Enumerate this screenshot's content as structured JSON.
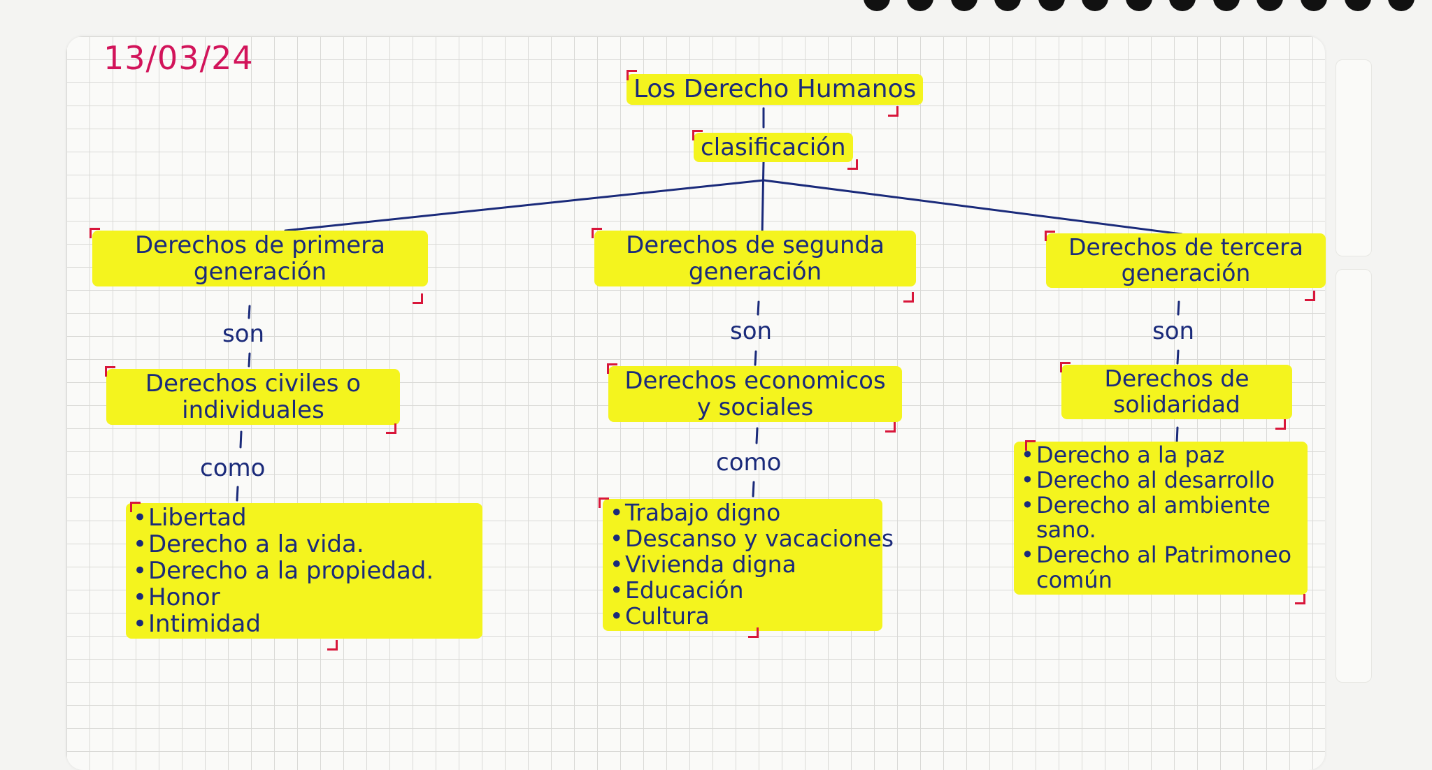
{
  "date": "13/03/24",
  "root": "Los Derecho Humanos",
  "classification": "clasificación",
  "columns": [
    {
      "title": "Derechos de primera generación",
      "connector": "son",
      "group": "Derechos civiles o individuales",
      "connector2": "como",
      "items": [
        "Libertad",
        "Derecho a la vida.",
        "Derecho a la propiedad.",
        "Honor",
        "Intimidad"
      ]
    },
    {
      "title": "Derechos de segunda generación",
      "connector": "son",
      "group": "Derechos economicos y sociales",
      "connector2": "como",
      "items": [
        "Trabajo digno",
        "Descanso y vacaciones",
        "Vivienda digna",
        "Educación",
        "Cultura"
      ]
    },
    {
      "title": "Derechos de tercera generación",
      "connector": "son",
      "group": "Derechos de solidaridad",
      "connector2": "",
      "items": [
        "Derecho a la paz",
        "Derecho al desarrollo",
        "Derecho al ambiente sano.",
        "Derecho al Patrimoneo común"
      ]
    }
  ],
  "colors": {
    "ink": "#1a2a7a",
    "highlight": "#f4f41e",
    "date": "#d2145a",
    "bracket": "#d8163a"
  }
}
